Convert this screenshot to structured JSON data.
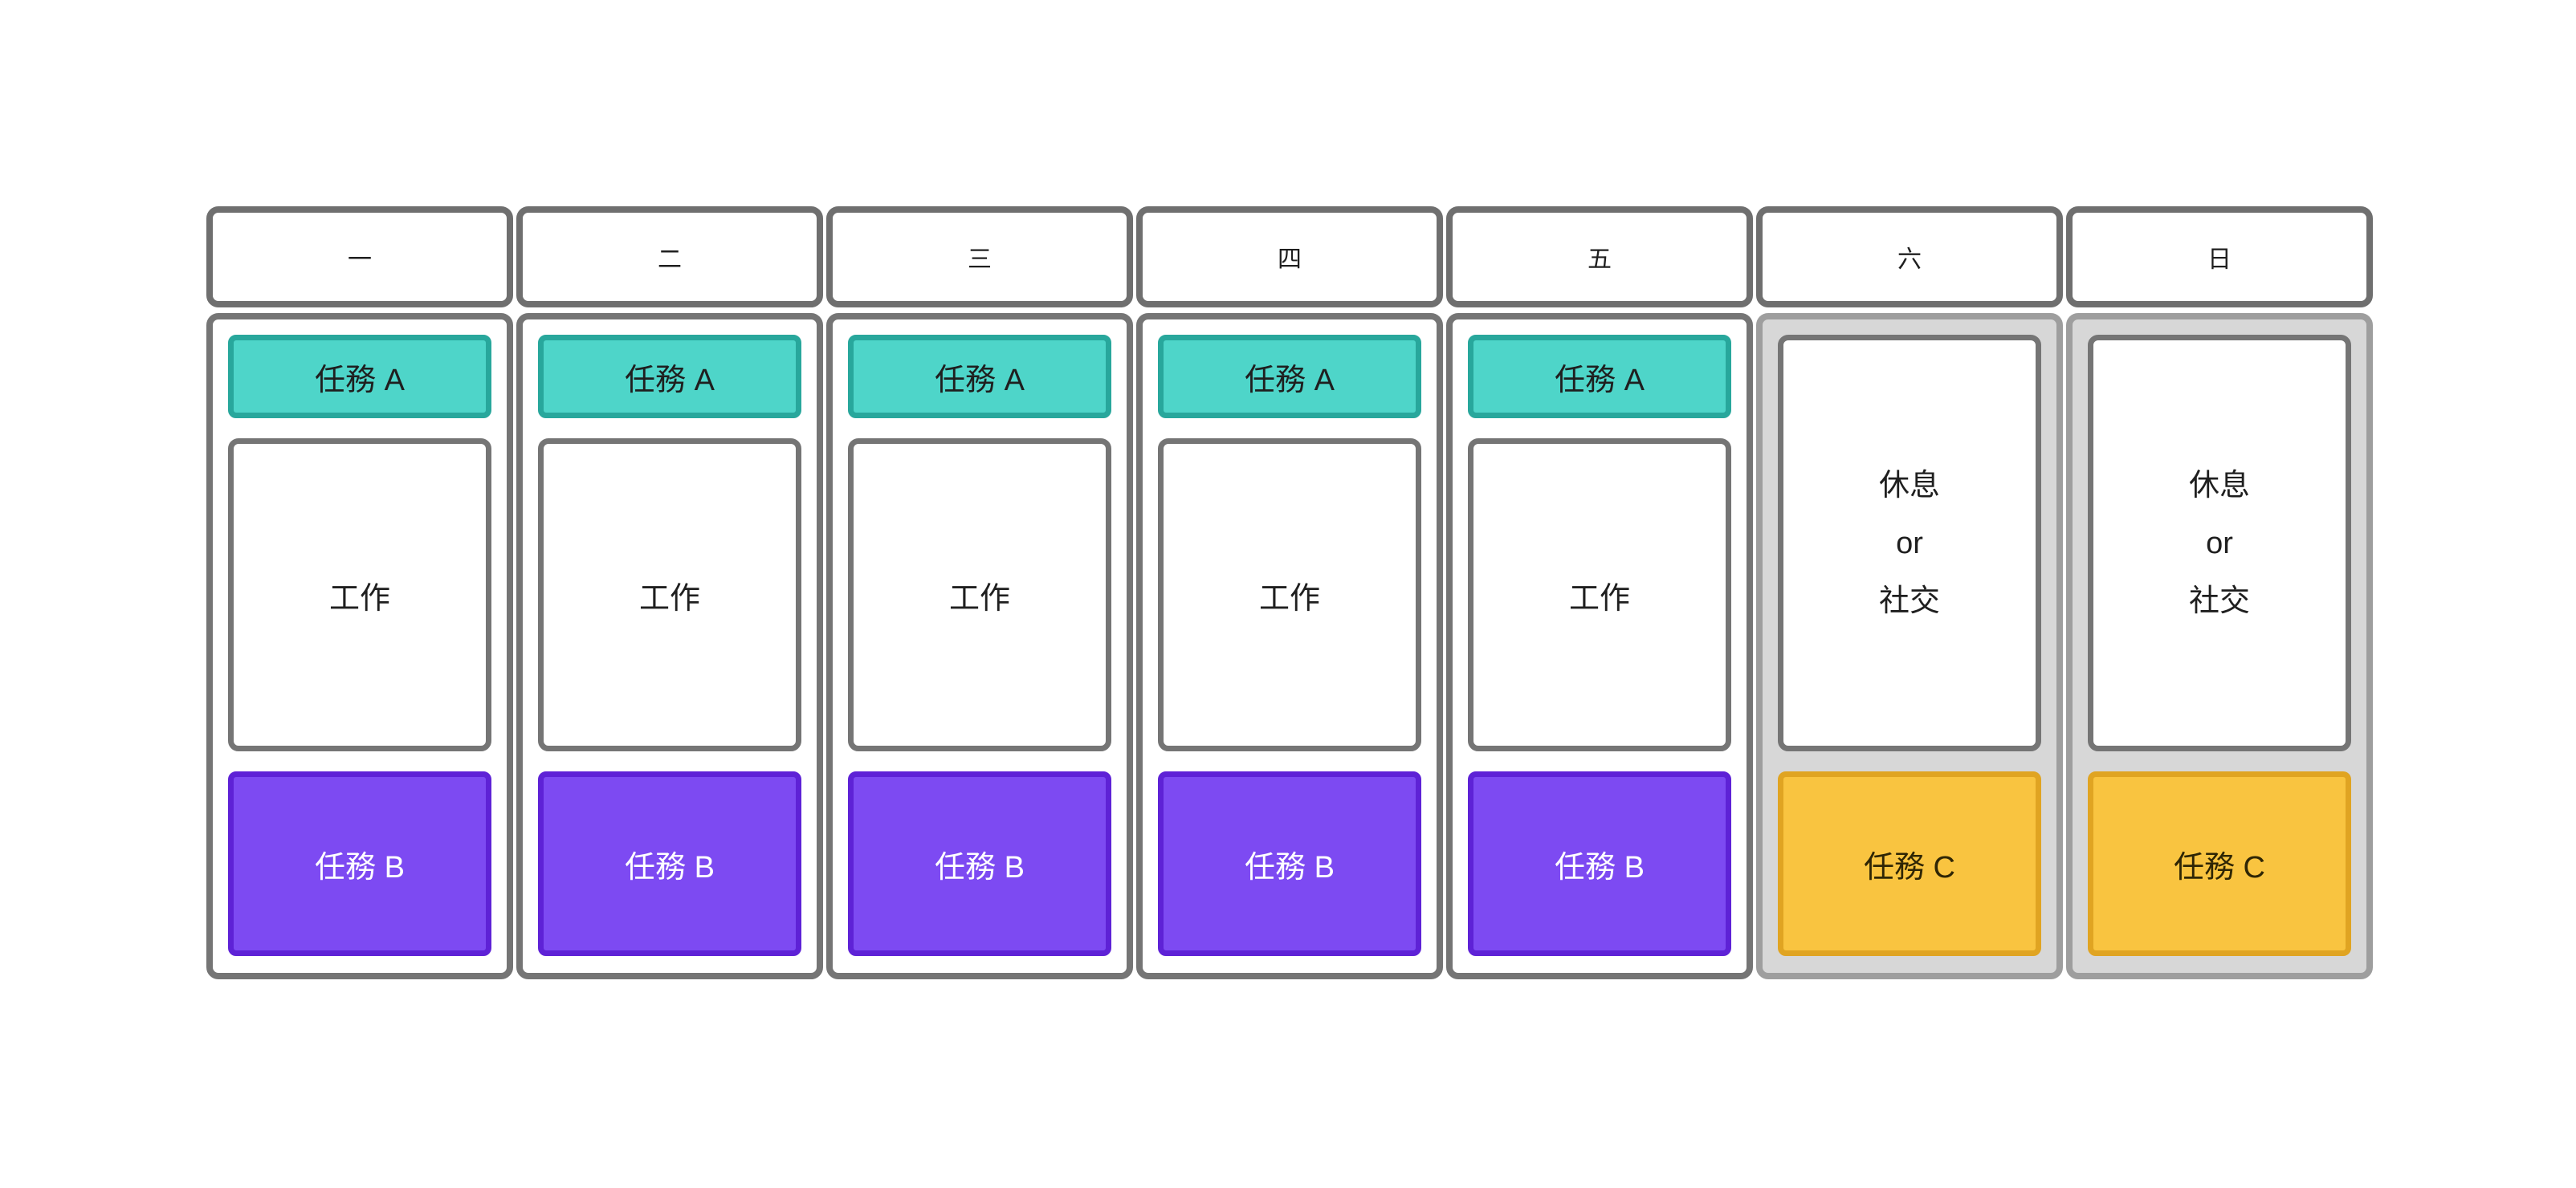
{
  "days": [
    {
      "label": "一",
      "type": "weekday",
      "task_a": "任務 A",
      "work": "工作",
      "task_b": "任務 B"
    },
    {
      "label": "二",
      "type": "weekday",
      "task_a": "任務 A",
      "work": "工作",
      "task_b": "任務 B"
    },
    {
      "label": "三",
      "type": "weekday",
      "task_a": "任務 A",
      "work": "工作",
      "task_b": "任務 B"
    },
    {
      "label": "四",
      "type": "weekday",
      "task_a": "任務 A",
      "work": "工作",
      "task_b": "任務 B"
    },
    {
      "label": "五",
      "type": "weekday",
      "task_a": "任務 A",
      "work": "工作",
      "task_b": "任務 B"
    },
    {
      "label": "六",
      "type": "weekend",
      "rest_lines": [
        "休息",
        "or",
        "社交"
      ],
      "task_c": "任務 C"
    },
    {
      "label": "日",
      "type": "weekend",
      "rest_lines": [
        "休息",
        "or",
        "社交"
      ],
      "task_c": "任務 C"
    }
  ],
  "colors": {
    "task_a_fill": "#4ed5c9",
    "task_a_border": "#28a79c",
    "task_b_fill": "#7d4af2",
    "task_b_border": "#5e22d6",
    "task_b_text": "#ffffff",
    "task_c_fill": "#f9c440",
    "task_c_border": "#e0a422",
    "task_c_text": "#2f2605",
    "weekend_bg": "#d7d7d7",
    "weekend_border": "#9e9e9e",
    "box_border": "#757575",
    "header_border": "#6f6f6f",
    "text_dark": "#1f1f1f"
  }
}
